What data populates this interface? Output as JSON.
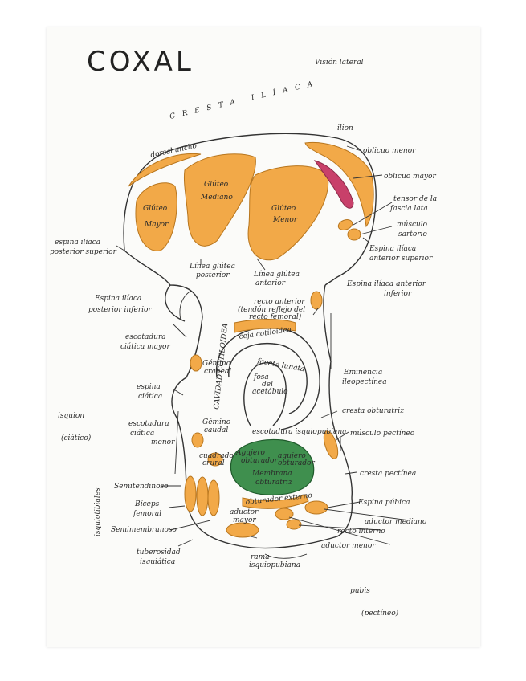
{
  "title": "COXAL",
  "subtitle": "Visión lateral",
  "regions": {
    "ilion": "ilion",
    "isquion": "isquion",
    "isquion_sub": "(ciático)",
    "pubis": "pubis",
    "pubis_sub": "(pectíneo)"
  },
  "crest": "CRESTA ILÍACA",
  "muscles": {
    "dorsal_ancho": "dorsal ancho",
    "gluteo_mayor": [
      "Glúteo",
      "Mayor"
    ],
    "gluteo_mediano": [
      "Glúteo",
      "Mediano"
    ],
    "gluteo_menor": [
      "Glúteo",
      "Menor"
    ],
    "obliquo_menor": "oblicuo menor",
    "obliquo_mayor": "oblicuo mayor",
    "tensor": [
      "tensor de la",
      "fascia lata"
    ],
    "sartorio": [
      "músculo",
      "sartorio"
    ],
    "recto_anterior": [
      "recto anterior",
      "(tendón reflejo del",
      "recto femoral)"
    ],
    "gemino_craneal": [
      "Gémino",
      "craneal"
    ],
    "gemino_caudal": [
      "Gémino",
      "caudal"
    ],
    "cuadrado_crural": [
      "cuadrado",
      "crural"
    ],
    "obturador_externo": "obturador externo",
    "semitendinoso": "Semitendinoso",
    "biceps": [
      "Bíceps",
      "femoral"
    ],
    "semimembranoso": "Semimembranoso",
    "isquiotibiales": "isquiotibiales",
    "aductor_mayor": [
      "aductor",
      "mayor"
    ],
    "aductor_mediano": "aductor mediano",
    "recto_interno": "recto interno",
    "aductor_menor": "aductor menor",
    "musculo_pectineo": "músculo pectíneo"
  },
  "landmarks": {
    "linea_posterior": [
      "Línea glútea",
      "posterior"
    ],
    "linea_anterior": [
      "Línea glútea",
      "anterior"
    ],
    "espina_post_sup": [
      "espina ilíaca",
      "posterior superior"
    ],
    "espina_post_inf": [
      "Espina ilíaca",
      "posterior inferior"
    ],
    "escotadura_mayor": [
      "escotadura",
      "ciática mayor"
    ],
    "espina_ciatica": [
      "espina",
      "ciática"
    ],
    "escotadura_menor": [
      "escotadura",
      "ciática",
      "menor"
    ],
    "tuberosidad": [
      "tuberosidad",
      "isquiática"
    ],
    "rama": [
      "rama",
      "isquiopubiana"
    ],
    "espina_ant_sup": [
      "Espina ilíaca",
      "anterior superior"
    ],
    "espina_ant_inf": [
      "Espina ilíaca anterior",
      "inferior"
    ],
    "eminencia": [
      "Eminencia",
      "ileopectínea"
    ],
    "cresta_obturatriz": "cresta obturatriz",
    "cresta_pectinea": "cresta pectínea",
    "espina_pubica": "Espina púbica",
    "ceja": "ceja cotiloidea",
    "cavidad": "CAVIDAD COTILOIDEA",
    "fosa": [
      "fosa",
      "del",
      "acetábulo"
    ],
    "faceta": [
      "faceta lunata"
    ],
    "escotadura_isquiopubiana": "escotadura isquiopubiana",
    "agujero": [
      "Agujero",
      "obturador"
    ],
    "agujero_obturador2": [
      "agujero",
      "obturador"
    ],
    "membrana": [
      "Membrana",
      "obturatriz"
    ]
  },
  "colors": {
    "muscle": "#f2a948",
    "obliquo_mayor": "#c8406a",
    "obturator": "#3f8f4e"
  }
}
